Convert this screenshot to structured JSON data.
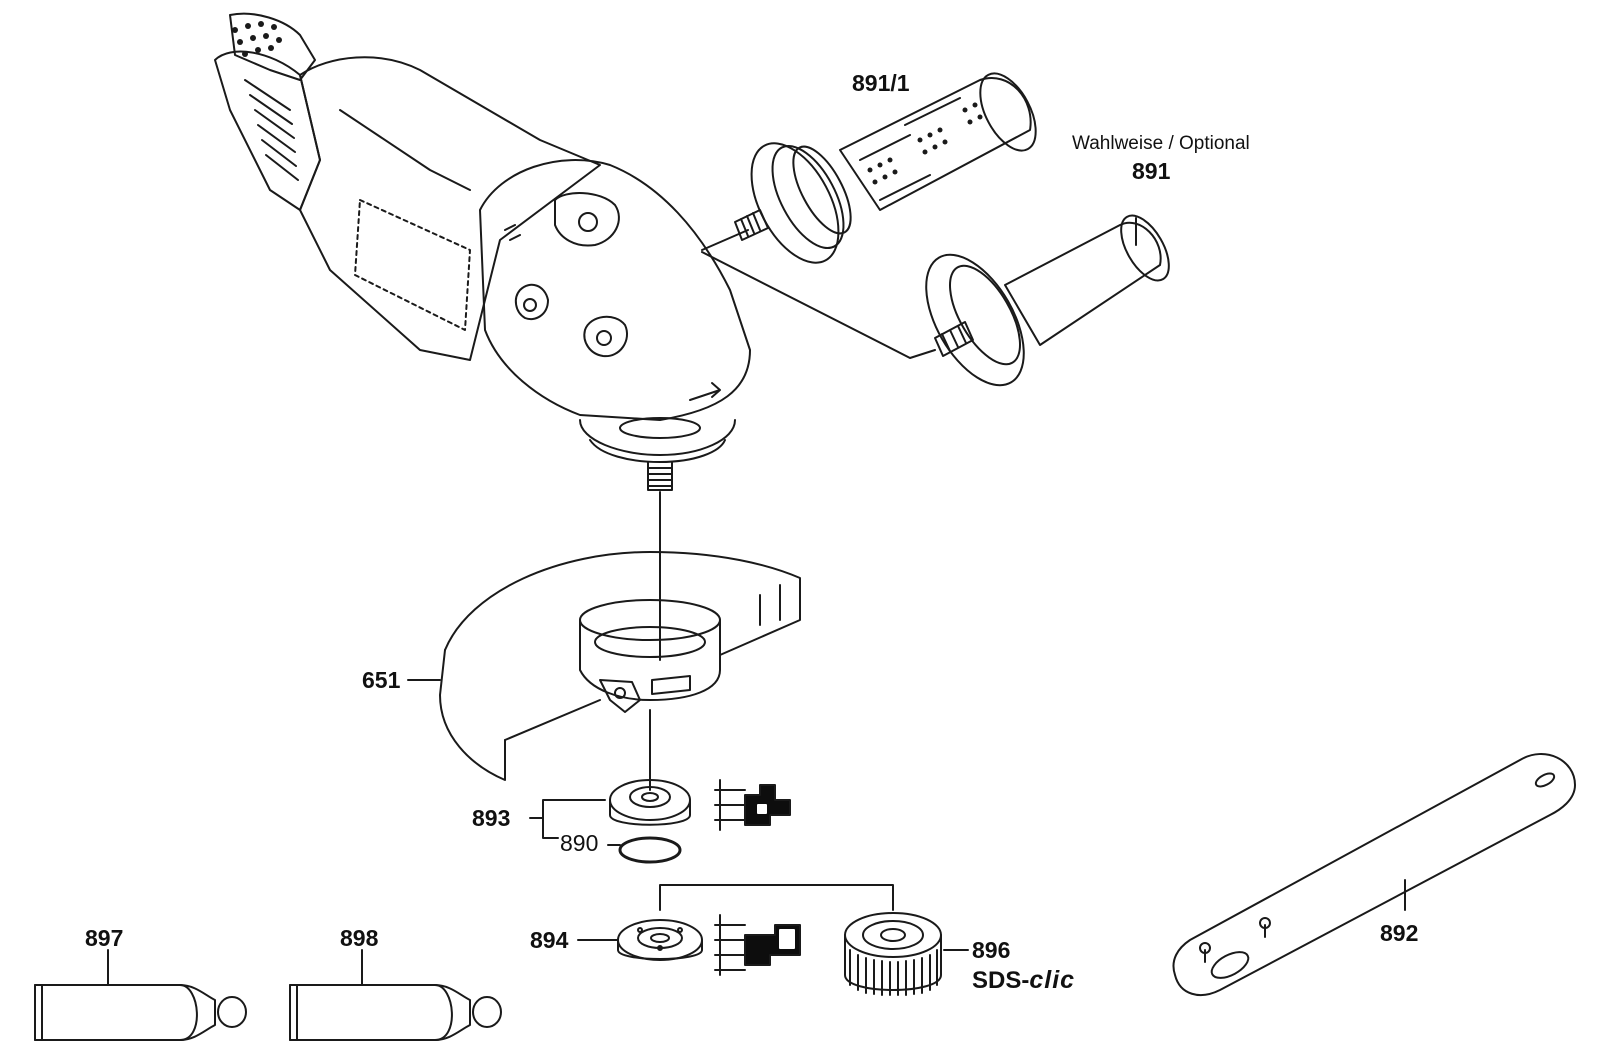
{
  "diagram": {
    "optional_note": "Wahlweise / Optional",
    "parts": [
      {
        "id": "891_1",
        "number": "891/1"
      },
      {
        "id": "891",
        "number": "891"
      },
      {
        "id": "651",
        "number": "651"
      },
      {
        "id": "893",
        "number": "893"
      },
      {
        "id": "890",
        "number": "890"
      },
      {
        "id": "894",
        "number": "894"
      },
      {
        "id": "896",
        "number": "896"
      },
      {
        "id": "892",
        "number": "892"
      },
      {
        "id": "897",
        "number": "897"
      },
      {
        "id": "898",
        "number": "898"
      }
    ],
    "sds_brand": {
      "prefix": "SDS-",
      "suffix": "clic"
    }
  },
  "colors": {
    "line": "#1a1a1a",
    "fill_dark": "#0d0d0d",
    "background": "#ffffff"
  },
  "icons": [
    "angle-grinder-icon",
    "textured-handle-icon",
    "plain-handle-icon",
    "guard-icon",
    "flange-icon",
    "nut-icon",
    "wrench-icon",
    "grease-tube-icon"
  ]
}
